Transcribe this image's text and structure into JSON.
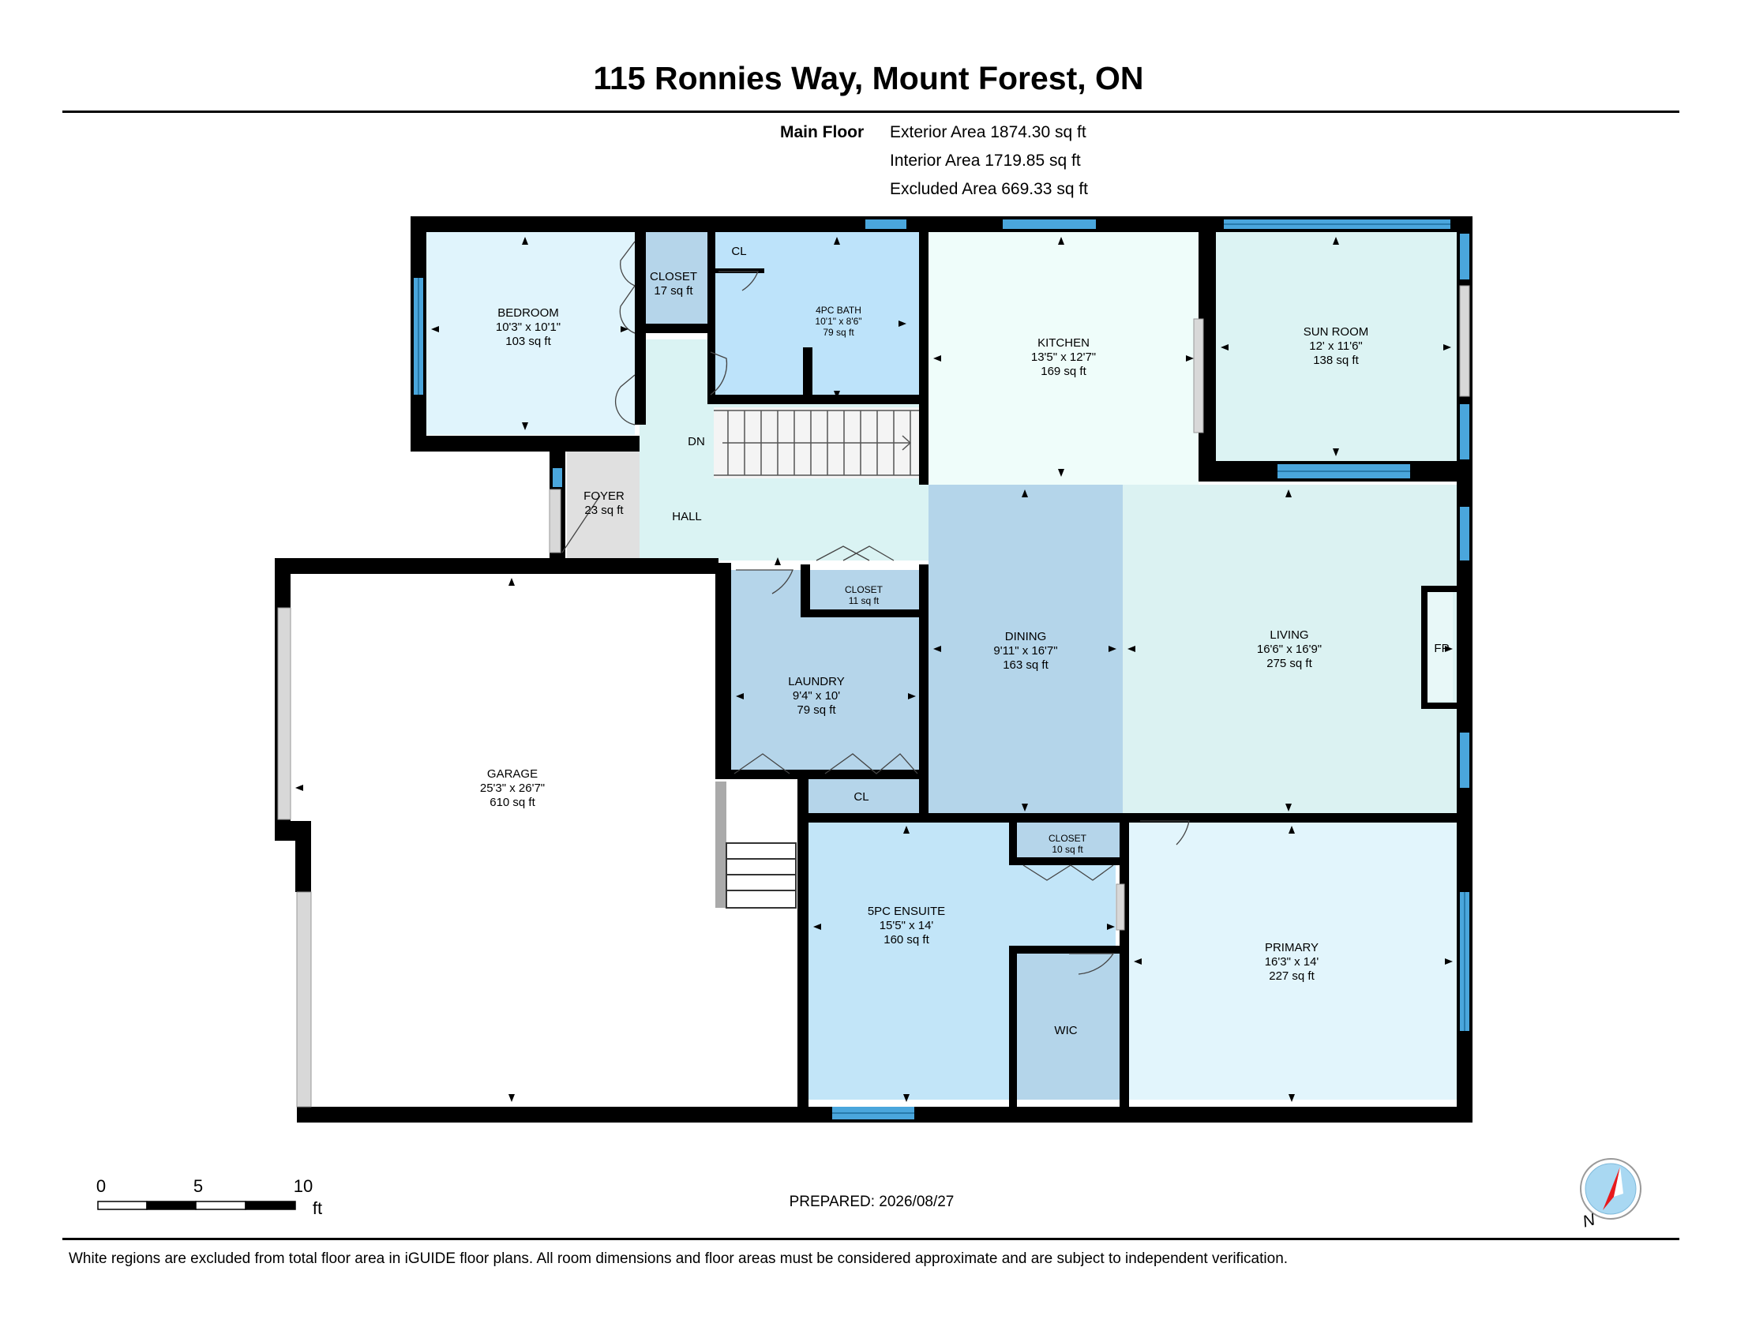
{
  "title": "115 Ronnies Way, Mount Forest, ON",
  "floor": {
    "name": "Main Floor",
    "areas": [
      "Exterior Area 1874.30 sq ft",
      "Interior Area 1719.85 sq ft",
      "Excluded Area 669.33 sq ft"
    ]
  },
  "rooms": {
    "bedroom": {
      "name": "BEDROOM",
      "dims": "10'3\" x 10'1\"",
      "area": "103 sq ft"
    },
    "closet_bed": {
      "name": "CLOSET",
      "area": "17 sq ft"
    },
    "cl_bath": {
      "name": "CL"
    },
    "bath4": {
      "name": "4PC BATH",
      "dims": "10'1\" x 8'6\"",
      "area": "79 sq ft"
    },
    "kitchen": {
      "name": "KITCHEN",
      "dims": "13'5\" x 12'7\"",
      "area": "169 sq ft"
    },
    "sunroom": {
      "name": "SUN ROOM",
      "dims": "12' x 11'6\"",
      "area": "138 sq ft"
    },
    "stairs_dn": {
      "name": "DN"
    },
    "foyer": {
      "name": "FOYER",
      "area": "23 sq ft"
    },
    "hall": {
      "name": "HALL"
    },
    "closet_hall": {
      "name": "CLOSET",
      "area": "11 sq ft"
    },
    "garage": {
      "name": "GARAGE",
      "dims": "25'3\" x 26'7\"",
      "area": "610 sq ft"
    },
    "laundry": {
      "name": "LAUNDRY",
      "dims": "9'4\" x 10'",
      "area": "79 sq ft"
    },
    "dining": {
      "name": "DINING",
      "dims": "9'11\" x 16'7\"",
      "area": "163 sq ft"
    },
    "living": {
      "name": "LIVING",
      "dims": "16'6\" x 16'9\"",
      "area": "275 sq ft"
    },
    "fireplace": {
      "name": "FP"
    },
    "cl_laundry": {
      "name": "CL"
    },
    "closet_primary": {
      "name": "CLOSET",
      "area": "10 sq ft"
    },
    "ensuite": {
      "name": "5PC ENSUITE",
      "dims": "15'5\" x 14'",
      "area": "160 sq ft"
    },
    "wic": {
      "name": "WIC"
    },
    "primary": {
      "name": "PRIMARY",
      "dims": "16'3\" x 14'",
      "area": "227 sq ft"
    }
  },
  "scale": {
    "ticks": [
      "0",
      "5",
      "10"
    ],
    "unit": "ft"
  },
  "prepared": "PREPARED: 2026/08/27",
  "compass": {
    "label": "N"
  },
  "disclaimer": "White regions are excluded from total floor area in iGUIDE floor plans. All room dimensions and floor areas must be considered approximate and are subject to independent verification.",
  "colors": {
    "wall": "#000000",
    "window": "#4aa6dc",
    "bedroom": "#e0f4fc",
    "closet": "#b5d5ea",
    "bath": "#bde3fa",
    "kitchen": "#effdfa",
    "sunroom": "#dcf3f3",
    "hall": "#daf3f3",
    "foyer": "#e0e0e0",
    "dining": "#b4d5ea",
    "living": "#dbf2f2",
    "ensuite": "#c2e5f8",
    "primary": "#e2f5fc",
    "garage": "#ffffff",
    "compass_bg": "#a9d8f2",
    "compass_needle": "#e8191c"
  }
}
